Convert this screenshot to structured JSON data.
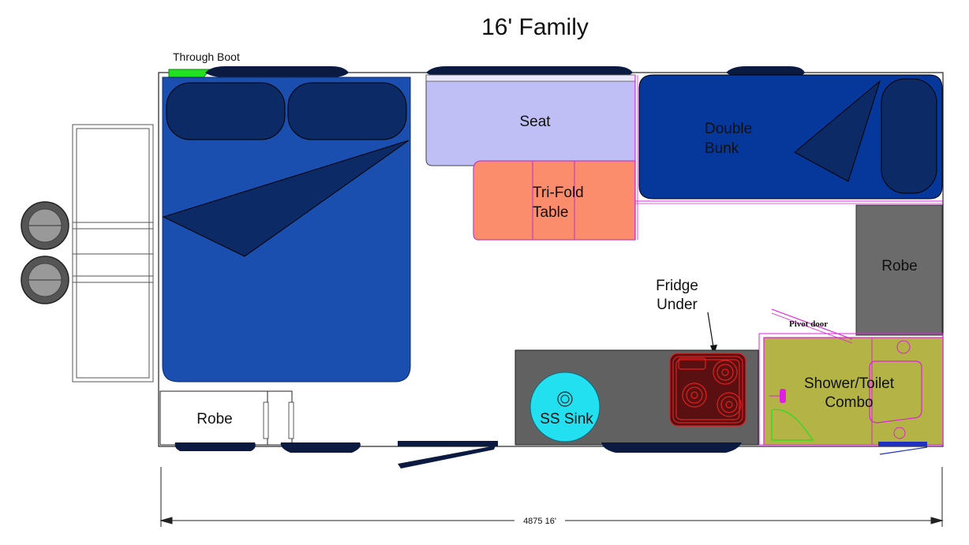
{
  "title": "16' Family",
  "labels": {
    "through_boot": "Through Boot",
    "seat": "Seat",
    "table_line1": "Tri-Fold",
    "table_line2": "Table",
    "bunk_line1": "Double",
    "bunk_line2": "Bunk",
    "robe_right": "Robe",
    "robe_left": "Robe",
    "fridge_line1": "Fridge",
    "fridge_line2": "Under",
    "pivot_door": "Pivot door",
    "shower_line1": "Shower/Toilet",
    "shower_line2": "Combo",
    "sink": "SS Sink",
    "dimension": "4875 16'"
  },
  "colors": {
    "bed": "#1a4fb0",
    "pillow": "#0b2a66",
    "seat": "#c0bff5",
    "table": "#fb8d6c",
    "bunk": "#06389c",
    "robe": "#6b6b6b",
    "bench": "#616161",
    "sink": "#22e0f0",
    "shower": "#b3b346",
    "boot": "#22e022",
    "window": "#0b1a40",
    "cooktop": "#e02020",
    "magenta": "#e020e0"
  }
}
